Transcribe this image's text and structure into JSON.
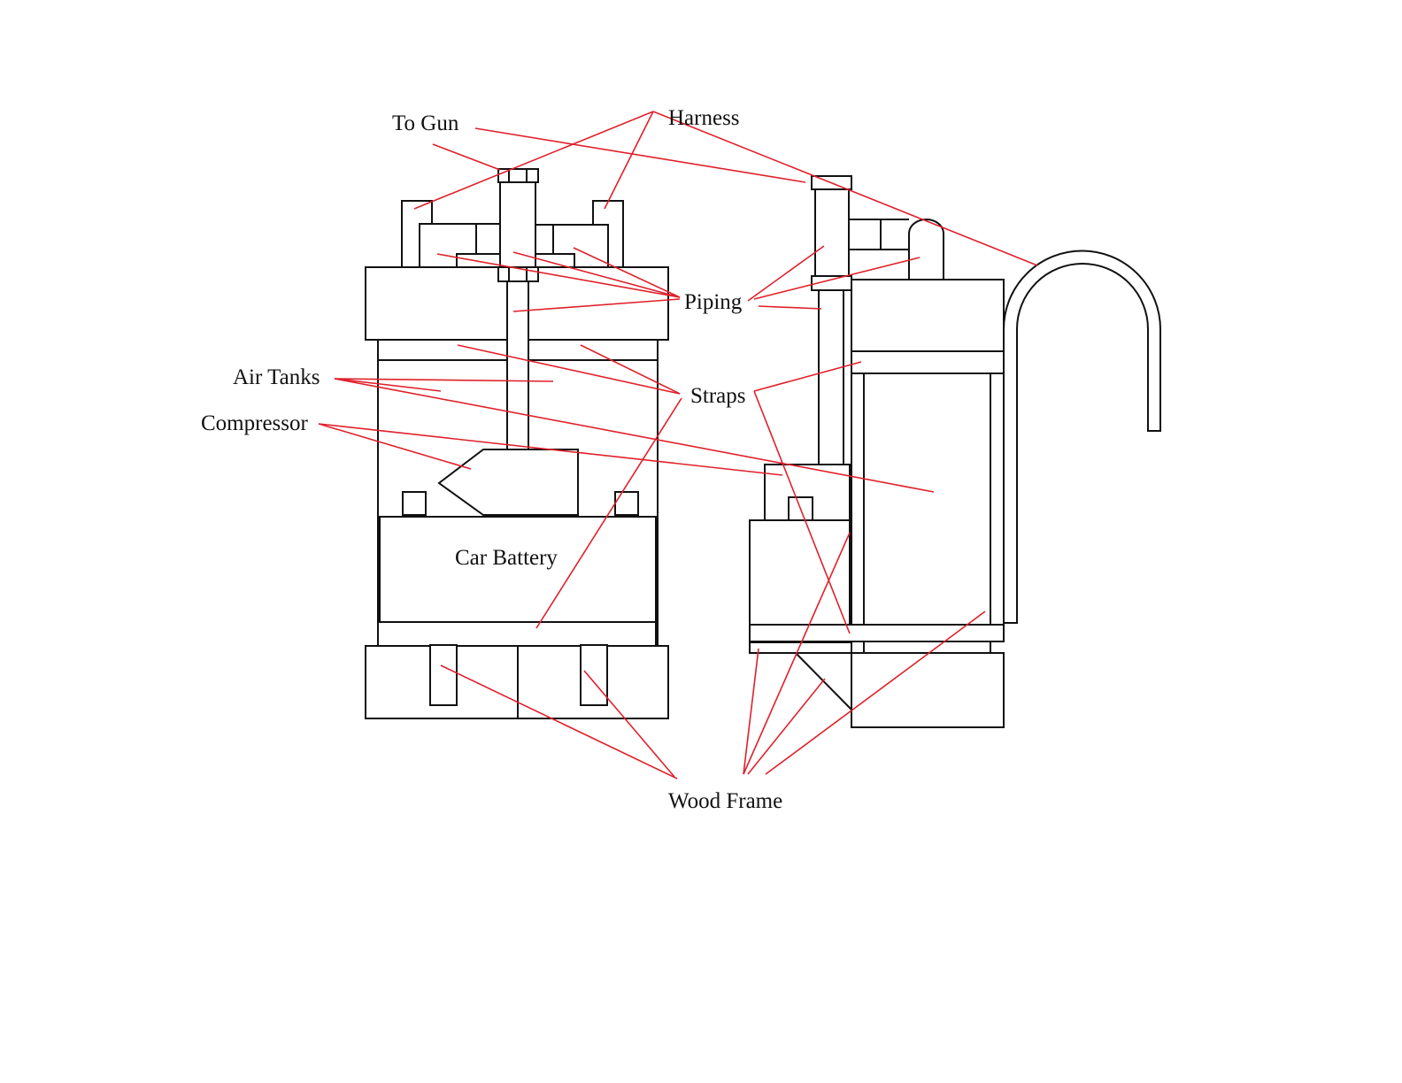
{
  "labels": {
    "to_gun": "To Gun",
    "harness": "Harness",
    "piping": "Piping",
    "air_tanks": "Air Tanks",
    "compressor": "Compressor",
    "straps": "Straps",
    "car_battery": "Car Battery",
    "wood_frame": "Wood Frame"
  },
  "colors": {
    "leader": "#e0202a",
    "outline": "#111111"
  }
}
